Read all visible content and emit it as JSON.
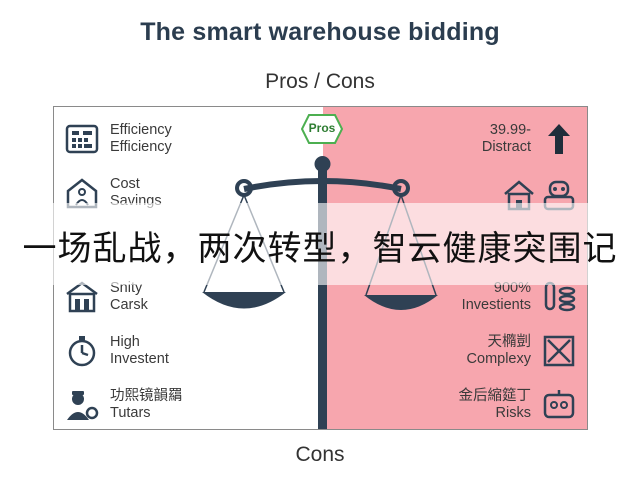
{
  "title": "The smart warehouse bidding",
  "subtitle": "Pros / Cons",
  "footer": "Cons",
  "badge": "Pros",
  "overlay": "一场乱战，两次转型，智云健康突围记",
  "left_items": [
    {
      "line1": "Efficiency",
      "line2": "Efficiency",
      "icon": "calculator-icon"
    },
    {
      "line1": "Cost",
      "line2": "Savings",
      "icon": "house-person-icon"
    },
    {
      "line1": "Snity",
      "line2": "Carsk",
      "icon": "warehouse-icon"
    },
    {
      "line1": "High",
      "line2": "Investent",
      "icon": "stopwatch-icon"
    },
    {
      "line1": "功熙镜韻羂",
      "line2": "Tutars",
      "icon": "worker-gear-icon"
    }
  ],
  "right_items": [
    {
      "line1": "39.99-",
      "line2": "Distract",
      "icon": "arrow-up-icon"
    },
    {
      "line1": "900%",
      "line2": "Investients",
      "icon": "battery-coins-icon"
    },
    {
      "line1": "天橢剴",
      "line2": "Complexy",
      "icon": "cross-box-icon"
    },
    {
      "line1": "金后縮筵丁",
      "line2": "Risks",
      "icon": "robot-box-icon"
    }
  ],
  "colors": {
    "accent_pink": "#f7a6ae",
    "navy": "#2f4154"
  }
}
